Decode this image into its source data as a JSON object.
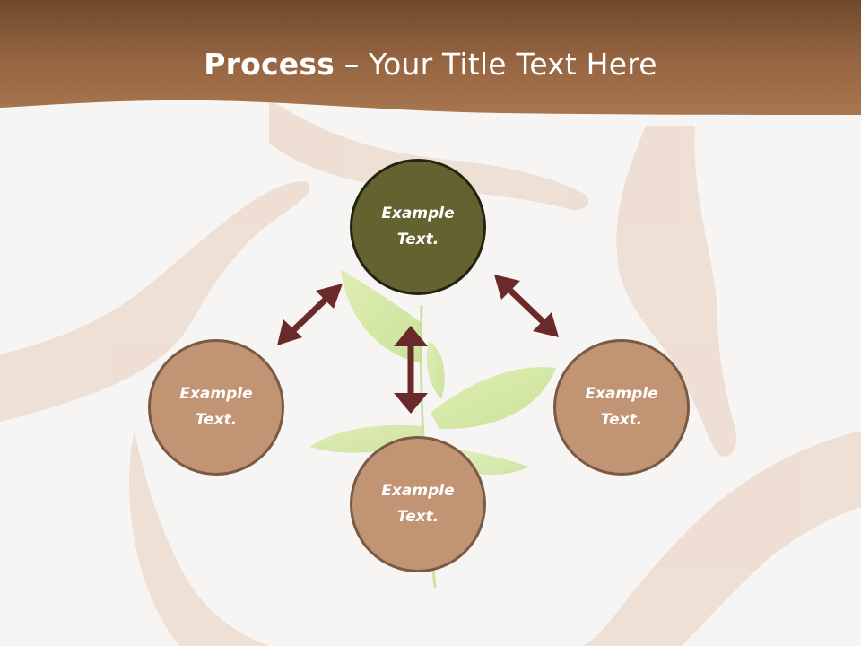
{
  "title": {
    "bold": "Process",
    "rest": " – Your Title Text Here"
  },
  "colors": {
    "header": "#9a6840",
    "node_top_fill": "#636230",
    "node_fill": "#c19474",
    "node_border": "#7a5a45",
    "arrow": "#6a2a2a"
  },
  "nodes": {
    "top": "Example Text.",
    "left": "Example Text.",
    "right": "Example Text.",
    "bottom": "Example Text."
  },
  "background": {
    "image_subject": "hands surrounding a green seedling"
  }
}
